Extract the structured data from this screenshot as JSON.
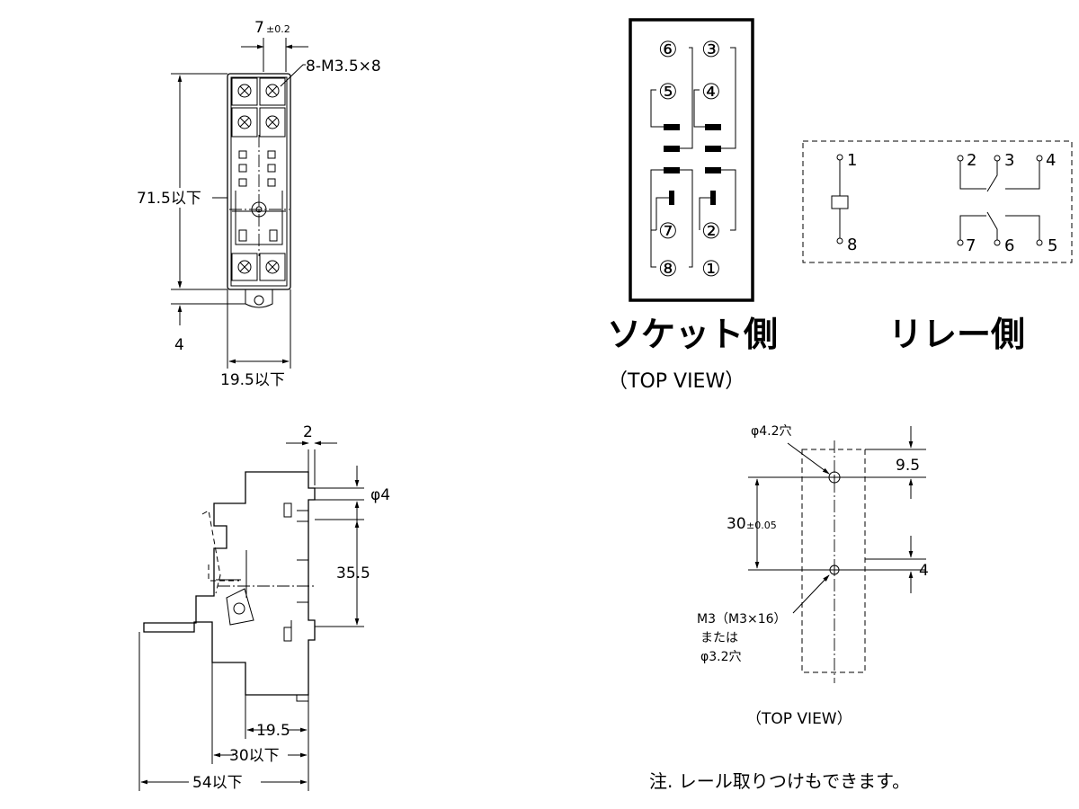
{
  "top_view_front": {
    "dim_width_top": "7",
    "dim_width_top_tol": "±0.2",
    "screw_spec": "8-M3.5×8",
    "dim_height": "71.5以下",
    "dim_bottom_offset": "4",
    "dim_width": "19.5以下"
  },
  "socket_side": {
    "pins_left": [
      "⑥",
      "⑤",
      "⑦",
      "⑧"
    ],
    "pins_right": [
      "③",
      "④",
      "②",
      "①"
    ],
    "label": "ソケット側",
    "view_label": "（TOP VIEW）"
  },
  "relay_side": {
    "label": "リレー側",
    "pins": [
      "1",
      "2",
      "3",
      "4",
      "8",
      "7",
      "6",
      "5"
    ]
  },
  "side_view": {
    "dim_top": "2",
    "dim_hole": "φ4",
    "dim_pitch": "35.5",
    "dim_a": "19.5",
    "dim_b": "30以下",
    "dim_c": "54以下"
  },
  "mount_view": {
    "hole_top": "φ4.2穴",
    "dim_top_offset": "9.5",
    "dim_pitch": "30",
    "dim_pitch_tol": "±0.05",
    "dim_bottom_offset": "4",
    "hole_bottom_line1": "M3（M3×16）",
    "hole_bottom_line2": "または",
    "hole_bottom_line3": "φ3.2穴",
    "view_label": "（TOP VIEW）"
  },
  "note": "注. レール取りつけもできます。"
}
